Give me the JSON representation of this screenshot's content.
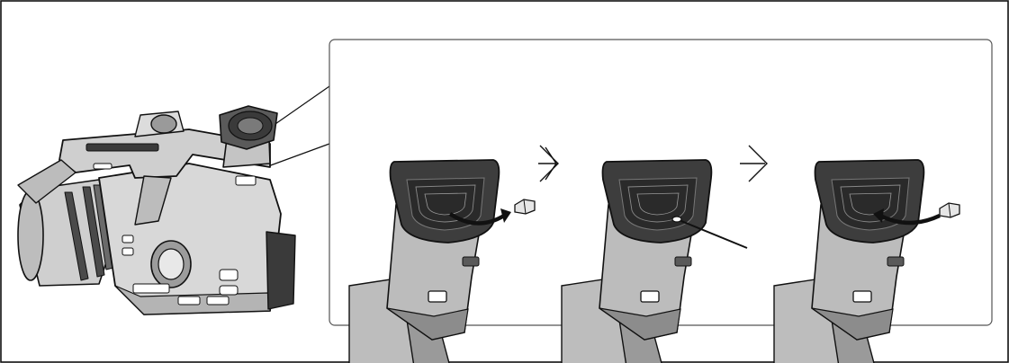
{
  "figure": {
    "steps": [
      {
        "step": 1,
        "action": "remove-cap"
      },
      {
        "step": 2,
        "action": "clean-with-swab"
      },
      {
        "step": 3,
        "action": "replace-cap"
      }
    ],
    "icons": {
      "camera": "camcorder-illustration",
      "callout": "zoom-callout",
      "arrow": "next-step-arrow"
    },
    "colors": {
      "line": "#111111",
      "viewfinder_dark": "#3c3c3c",
      "body_light": "#d6d6d6",
      "body_mid": "#a8a8a8",
      "panel_border": "#555555"
    }
  }
}
